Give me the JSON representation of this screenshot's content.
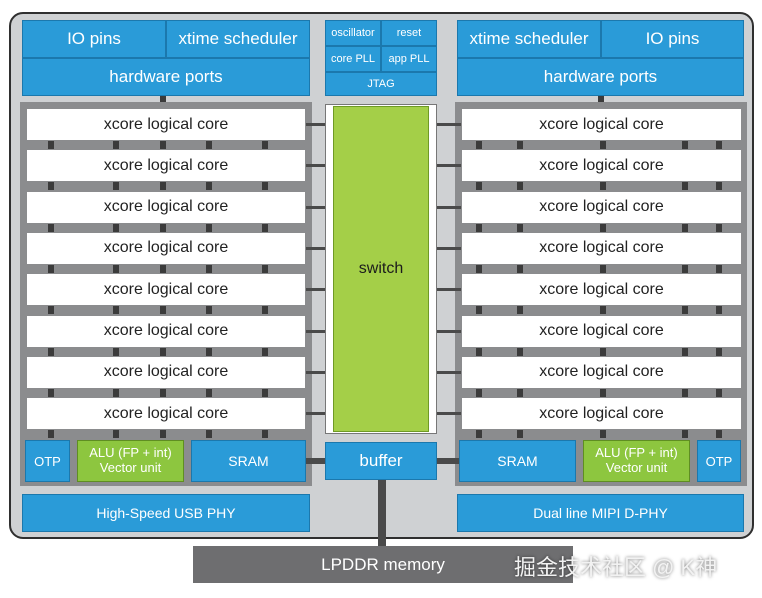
{
  "left_tile": {
    "io_pins": "IO pins",
    "xtime_scheduler": "xtime scheduler",
    "hardware_ports": "hardware ports",
    "cores": [
      "xcore logical core",
      "xcore logical core",
      "xcore logical core",
      "xcore logical core",
      "xcore logical core",
      "xcore logical core",
      "xcore logical core",
      "xcore logical core"
    ],
    "otp": "OTP",
    "alu_line1": "ALU (FP + int)",
    "alu_line2": "Vector unit",
    "sram": "SRAM",
    "phy": "High-Speed USB PHY"
  },
  "right_tile": {
    "io_pins": "IO pins",
    "xtime_scheduler": "xtime scheduler",
    "hardware_ports": "hardware ports",
    "cores": [
      "xcore logical core",
      "xcore logical core",
      "xcore logical core",
      "xcore logical core",
      "xcore logical core",
      "xcore logical core",
      "xcore logical core",
      "xcore logical core"
    ],
    "otp": "OTP",
    "alu_line1": "ALU (FP + int)",
    "alu_line2": "Vector unit",
    "sram": "SRAM",
    "phy": "Dual line MIPI D-PHY"
  },
  "center": {
    "oscillator": "oscillator",
    "reset": "reset",
    "core_pll": "core PLL",
    "app_pll": "app PLL",
    "jtag": "JTAG",
    "switch": "switch",
    "buffer": "buffer"
  },
  "memory": "LPDDR memory",
  "watermark": "掘金技术社区 @ K神",
  "colors": {
    "blue": "#2a9bd8",
    "green": "#8dc63f",
    "switch_green": "#a4cf48",
    "chip_bg": "#cfd1d3",
    "tile_grey": "#8b8c8e",
    "memory_grey": "#6e6e70"
  }
}
